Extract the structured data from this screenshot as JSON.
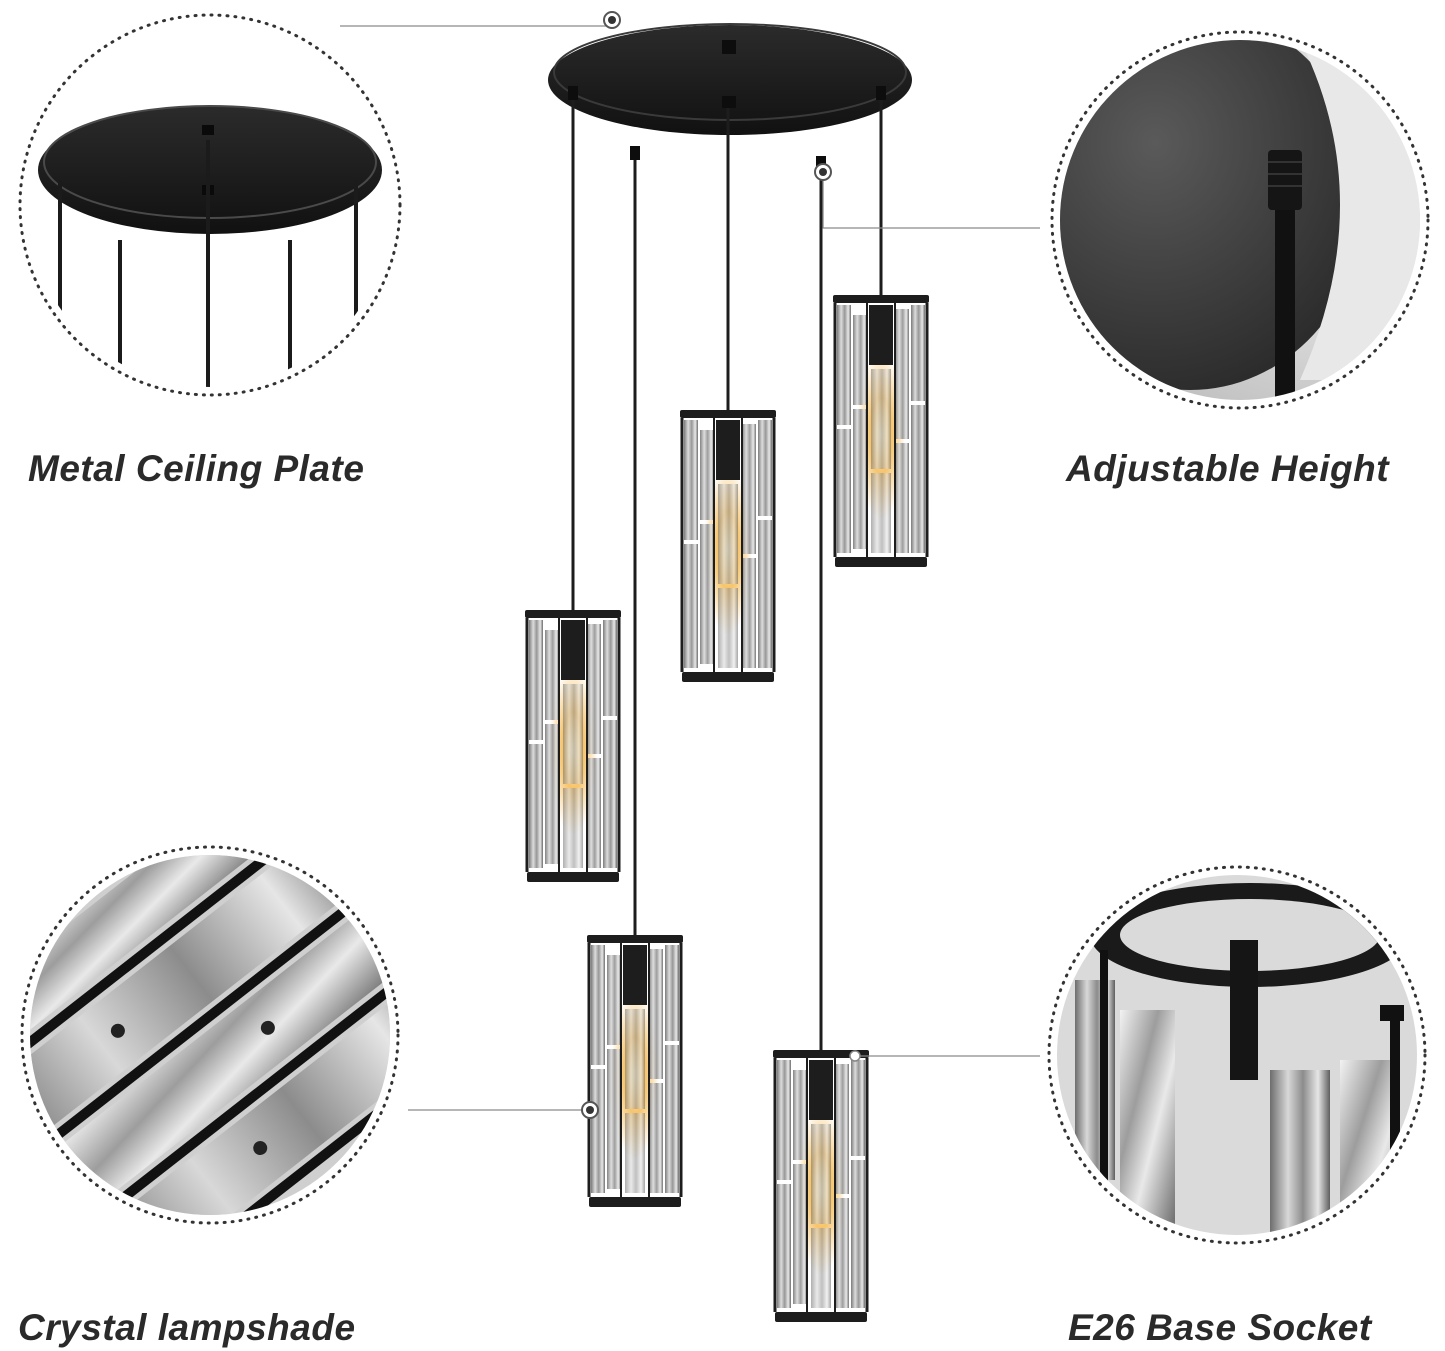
{
  "features": {
    "ceiling_plate": {
      "label": "Metal Ceiling Plate",
      "icon": "ceiling-plate-closeup"
    },
    "adjustable_height": {
      "label": "Adjustable Height",
      "icon": "cord-grip-closeup"
    },
    "crystal_lampshade": {
      "label": "Crystal lampshade",
      "icon": "crystal-closeup"
    },
    "base_socket": {
      "label": "E26 Base Socket",
      "icon": "socket-closeup"
    }
  },
  "colors": {
    "metal_black": "#1d1d1d",
    "caption_text": "#2a2a2a",
    "warm_glow": "#f7c46a",
    "crystal_gray": "#9a9a9a",
    "leader_line": "#8a8a8a"
  }
}
